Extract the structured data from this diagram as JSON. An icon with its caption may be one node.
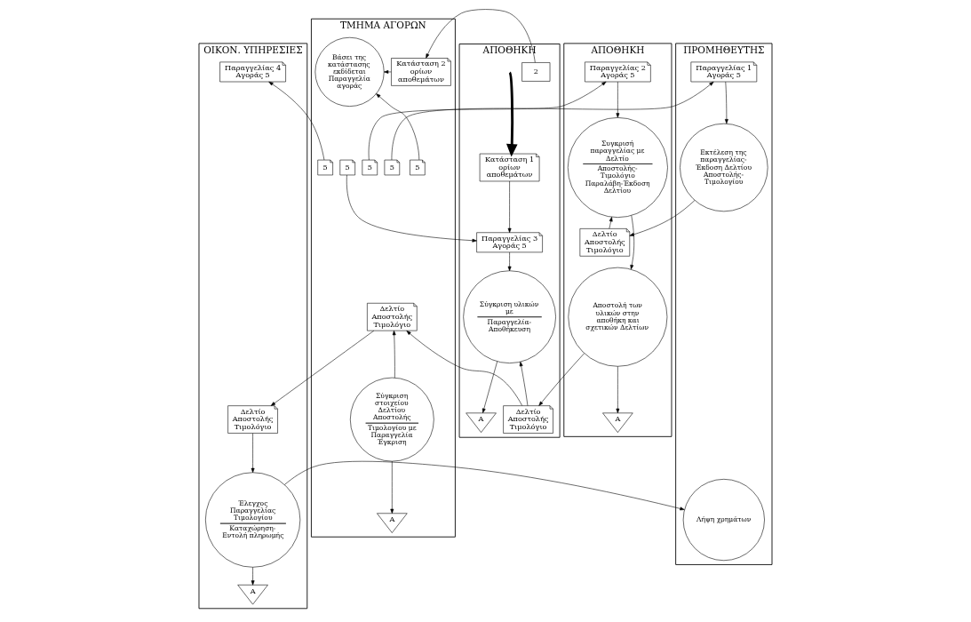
{
  "diagram": {
    "nodes": [
      {
        "text": [
          "ΑΠΟΘΗΚΗ"
        ]
      },
      {
        "text": [
          "ΤΜΗΜΑ ΑΓΟΡΩΝ"
        ]
      },
      {
        "text": [
          "ΟΙΚΟΝ. ΥΠΗΡΕΣΙΕΣ"
        ]
      },
      {
        "text": [
          "ΠΡΟΜΗΘΕΥΤΗΣ"
        ]
      },
      {
        "text": [
          "ΑΠΟΘΗΚΗ"
        ]
      },
      {
        "text": [
          "Κατάσταση 1 ορίων αποθεμάτων"
        ],
        "in": 0
      },
      {
        "text": [
          "2"
        ],
        "in": 0
      },
      {
        "text": [
          "Παραγγελίας 3 Αγοράς 5"
        ],
        "in": 0
      },
      {
        "text": [
          "Σύγκριση υλικών με",
          "Παραγγελία-Αποθήκευση"
        ],
        "in": 0
      },
      {
        "text": [
          "A"
        ],
        "in": 0
      },
      {
        "text": [
          "Δελτίο Αποστολής Τιμολόγιο"
        ],
        "in": 0
      },
      {
        "text": [
          "Κατάσταση 2 ορίων αποθεμάτων"
        ],
        "in": 1
      },
      {
        "text": [
          "Βάσει της κατάστασης εκδίδεται Παραγγελία αγοράς"
        ],
        "in": 1
      },
      {
        "text": [
          "5"
        ],
        "in": 1
      },
      {
        "text": [
          "5"
        ],
        "in": 1
      },
      {
        "text": [
          "5"
        ],
        "in": 1
      },
      {
        "text": [
          "5"
        ],
        "in": 1
      },
      {
        "text": [
          "5"
        ],
        "in": 1
      },
      {
        "text": [
          "Δελτίο Αποστολής Τιμολόγιο"
        ],
        "in": 1
      },
      {
        "text": [
          "Σύγκριση στοιχείου Δελτίου Αποστολής",
          "Τιμολογίου με Παραγγελία Έγκριση"
        ],
        "in": 1
      },
      {
        "text": [
          "A"
        ],
        "in": 1
      },
      {
        "text": [
          "Παραγγελίας 4 Αγοράς 5"
        ],
        "in": 2
      },
      {
        "text": [
          "Δελτίο Αποστολής Τιμολόγιο"
        ],
        "in": 2
      },
      {
        "text": [
          "Έλεγχος Παραγγελίας Τιμολογίου",
          "Καταχώρηση-Εντολή πληρωμής"
        ],
        "in": 2
      },
      {
        "text": [
          "A"
        ],
        "in": 2
      },
      {
        "text": [
          "Παραγγελίας 1 Αγοράς 5"
        ],
        "in": 3
      },
      {
        "text": [
          "Εκτέλεση της παραγγελίας-Έκδοση Δελτίου Αποστολής-Τιμολογίου"
        ],
        "in": 3
      },
      {
        "text": [
          "Λήψη χρημάτων"
        ],
        "in": 3
      },
      {
        "text": [
          "Παραγγελίας 2 Αγοράς 5"
        ],
        "in": 4
      },
      {
        "text": [
          "Συγκρισή παραγγελίας με Δελτίο",
          "Αποστολής-Τιμολόγιο Παραλάβη-Έκδοση Δελτίου"
        ],
        "in": 4
      },
      {
        "text": [
          "Δελτίο Αποστολής Τιμολόγιο"
        ],
        "in": 4
      },
      {
        "text": [
          "Αποστολή των υλικών στην αποθήκη και σχετικών Δελτίων"
        ],
        "in": 4
      },
      {
        "text": [
          "A"
        ],
        "in": 4
      }
    ],
    "edges": [
      {
        "from": null,
        "to": 5,
        "arrow": "to",
        "style": "thick"
      },
      {
        "from": 5,
        "to": 7,
        "arrow": "to"
      },
      {
        "from": 6,
        "to": 11,
        "arrow": "to"
      },
      {
        "from": 11,
        "to": 12,
        "arrow": "to"
      },
      {
        "from": 13,
        "to": 12,
        "arrow": "to"
      },
      {
        "from": 14,
        "to": 21,
        "arrow": "to"
      },
      {
        "from": 15,
        "to": 7,
        "arrow": "to"
      },
      {
        "from": 16,
        "to": 28,
        "arrow": "to"
      },
      {
        "from": 17,
        "to": 25,
        "arrow": "to"
      },
      {
        "from": 7,
        "to": 8,
        "arrow": "to"
      },
      {
        "from": 8,
        "to": 9,
        "arrow": "to"
      },
      {
        "from": 10,
        "to": 8,
        "arrow": "to"
      },
      {
        "from": 10,
        "to": 18,
        "arrow": "to"
      },
      {
        "from": 18,
        "to": 22,
        "arrow": "to"
      },
      {
        "from": 19,
        "to": 18,
        "arrow": "to"
      },
      {
        "from": 19,
        "to": 20,
        "arrow": "to"
      },
      {
        "from": 22,
        "to": 23,
        "arrow": "to"
      },
      {
        "from": 23,
        "to": 24,
        "arrow": "to"
      },
      {
        "from": 23,
        "to": 27,
        "arrow": "to"
      },
      {
        "from": 25,
        "to": 26,
        "arrow": "to"
      },
      {
        "from": 26,
        "to": 30,
        "arrow": "to"
      },
      {
        "from": 28,
        "to": 29,
        "arrow": "to"
      },
      {
        "from": 30,
        "to": 29,
        "arrow": "to"
      },
      {
        "from": 29,
        "to": 31,
        "arrow": "to"
      },
      {
        "from": 31,
        "to": 10,
        "arrow": "to"
      },
      {
        "from": 31,
        "to": 32,
        "arrow": "to"
      }
    ]
  }
}
